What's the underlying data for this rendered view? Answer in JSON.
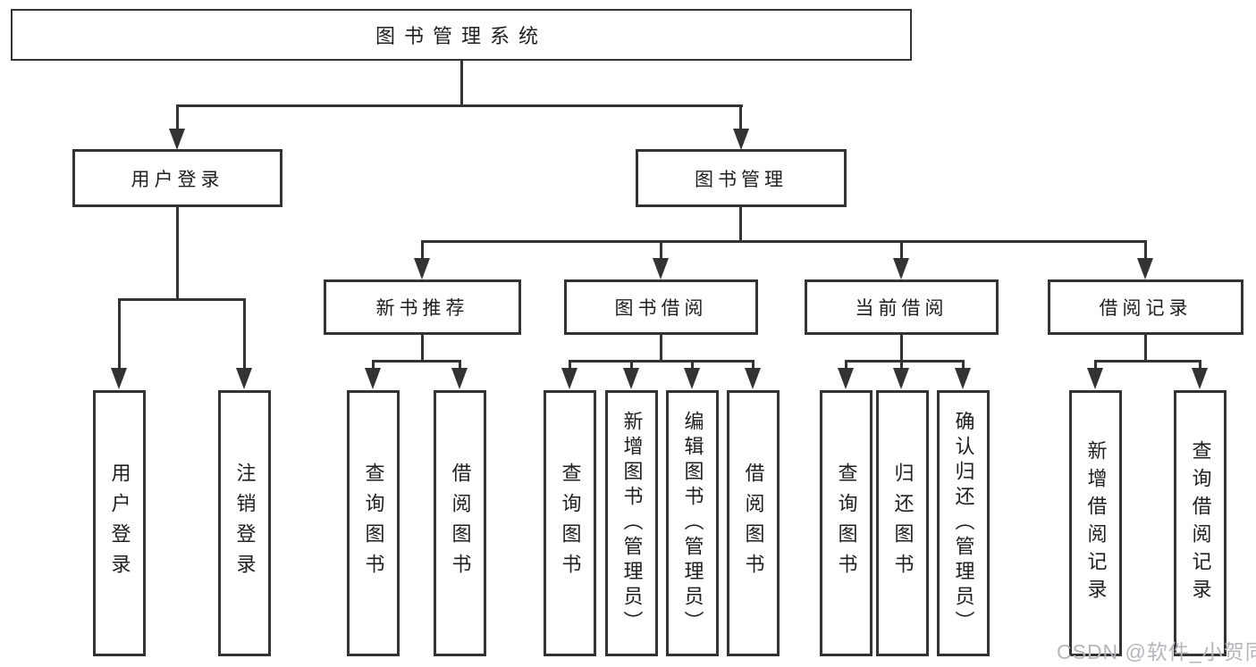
{
  "tree": {
    "root": {
      "label": "图书管理系统",
      "children": [
        {
          "label": "用户登录",
          "children": [
            {
              "label": "用户登录"
            },
            {
              "label": "注销登录"
            }
          ]
        },
        {
          "label": "图书管理",
          "children": [
            {
              "label": "新书推荐",
              "children": [
                {
                  "label": "查询图书"
                },
                {
                  "label": "借阅图书"
                }
              ]
            },
            {
              "label": "图书借阅",
              "children": [
                {
                  "label": "查询图书"
                },
                {
                  "label": "新增图书（管理员）"
                },
                {
                  "label": "编辑图书（管理员）"
                },
                {
                  "label": "借阅图书"
                }
              ]
            },
            {
              "label": "当前借阅",
              "children": [
                {
                  "label": "查询图书"
                },
                {
                  "label": "归还图书"
                },
                {
                  "label": "确认归还（管理员）"
                }
              ]
            },
            {
              "label": "借阅记录",
              "children": [
                {
                  "label": "新增借阅记录"
                },
                {
                  "label": "查询借阅记录"
                }
              ]
            }
          ]
        }
      ]
    }
  },
  "watermark": {
    "text": "CSDN @软件_小贺同学"
  },
  "colors": {
    "line": "#333333",
    "text": "#1f1f1f",
    "watermark": "#b3b7bb",
    "background": "#ffffff"
  }
}
